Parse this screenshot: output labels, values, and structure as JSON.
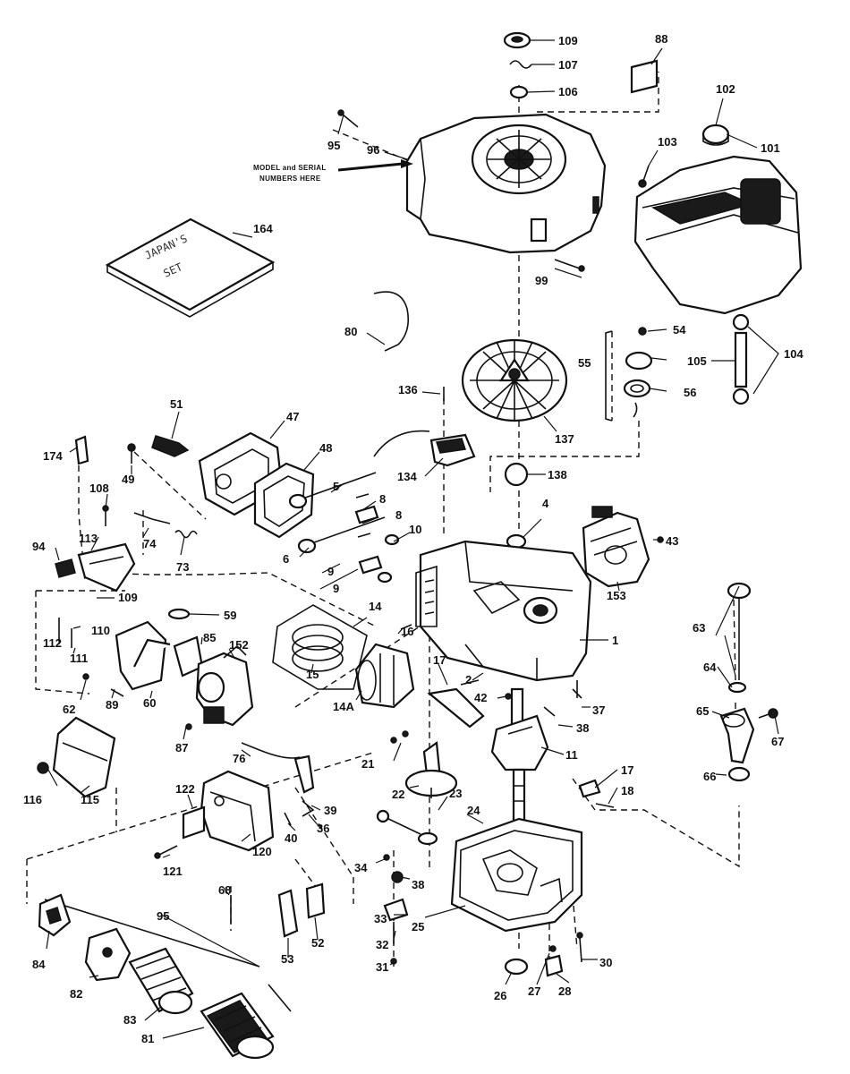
{
  "note": {
    "line1": "MODEL and SERIAL",
    "line2": "NUMBERS HERE"
  },
  "manual_cover": {
    "line1": "JAPAN'S",
    "line2": "SET"
  },
  "labels": {
    "l109": "109",
    "l107": "107",
    "l106": "106",
    "l88": "88",
    "l102": "102",
    "l101": "101",
    "l103": "103",
    "l95": "95",
    "l96": "96",
    "l164": "164",
    "l99": "99",
    "l80": "80",
    "l54": "54",
    "l55": "55",
    "l56": "56",
    "l105": "105",
    "l104": "104",
    "l136": "136",
    "l137": "137",
    "l51": "51",
    "l47": "47",
    "l48": "48",
    "l174": "174",
    "l49": "49",
    "l134": "134",
    "l138": "138",
    "l4": "4",
    "l5": "5",
    "l8a": "8",
    "l8b": "8",
    "l10": "10",
    "l6": "6",
    "l9a": "9",
    "l9b": "9",
    "l43": "43",
    "l108": "108",
    "l113": "113",
    "l74": "74",
    "l73": "73",
    "l94": "94",
    "l153": "153",
    "l109b": "109",
    "l110": "110",
    "l112": "112",
    "l111": "111",
    "l59": "59",
    "l14": "14",
    "l85": "85",
    "l152": "152",
    "l16": "16",
    "l15": "15",
    "l1": "1",
    "l63": "63",
    "l64": "64",
    "l14A": "14A",
    "l17a": "17",
    "l2": "2",
    "l42": "42",
    "l37": "37",
    "l89": "89",
    "l60": "60",
    "l62": "62",
    "l87": "87",
    "l38": "38",
    "l65": "65",
    "l67": "67",
    "l11": "11",
    "l21": "21",
    "l76": "76",
    "l17b": "17",
    "l18": "18",
    "l66": "66",
    "l122": "122",
    "l22": "22",
    "l23": "23",
    "l39": "39",
    "l36": "36",
    "l40": "40",
    "l116": "116",
    "l115": "115",
    "l120": "120",
    "l24": "24",
    "l121": "121",
    "l34": "34",
    "l38b": "38",
    "l68": "68",
    "l95b": "95",
    "l84": "84",
    "l33": "33",
    "l25": "25",
    "l82": "82",
    "l32": "32",
    "l53": "53",
    "l52": "52",
    "l31": "31",
    "l30": "30",
    "l26": "26",
    "l27": "27",
    "l28": "28",
    "l83": "83",
    "l81": "81"
  }
}
